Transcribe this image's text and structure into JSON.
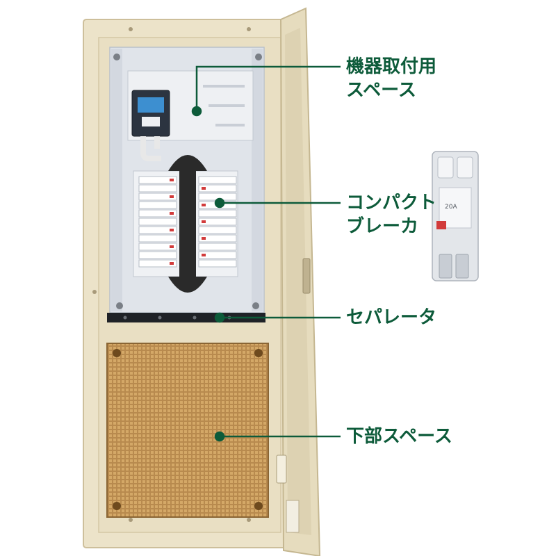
{
  "callouts": [
    {
      "id": "equipment-space",
      "lines": [
        "機器取付用",
        "スペース"
      ]
    },
    {
      "id": "compact-breaker",
      "lines": [
        "コンパクト",
        "ブレーカ"
      ]
    },
    {
      "id": "separator",
      "lines": [
        "セパレータ"
      ]
    },
    {
      "id": "lower-space",
      "lines": [
        "下部スペース"
      ]
    }
  ],
  "breaker": {
    "rating_label": "20A"
  },
  "colors": {
    "callout": "#0d5b3a",
    "cabinet": "#ece3c9",
    "panel": "#dfe3ea",
    "mesh": "#b88a4e"
  }
}
